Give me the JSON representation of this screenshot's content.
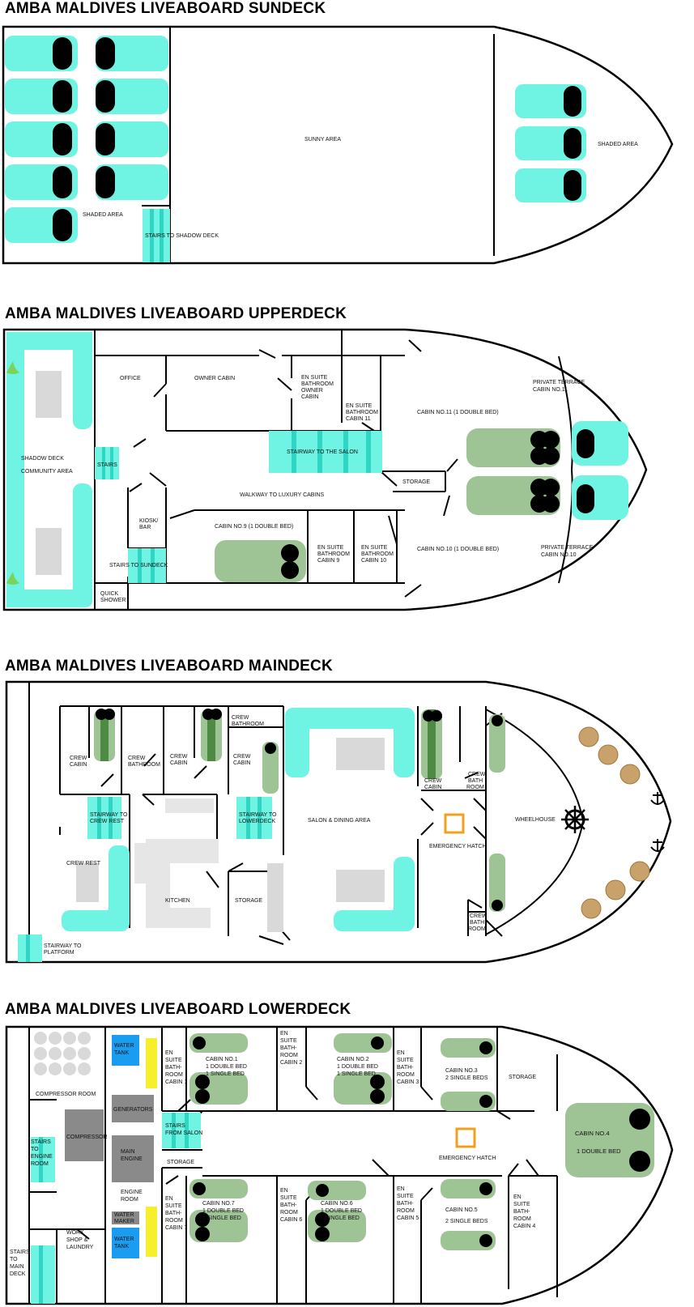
{
  "colors": {
    "aqua": "#6ff3e2",
    "aqua_dark": "#2ed6c3",
    "green": "#9ec495",
    "green_dark": "#4e8a44",
    "grey_block": "#d9d9d9",
    "grey_dark": "#8a8a8a",
    "blue_tank": "#1a9cf0",
    "yellow": "#f7ee2c",
    "hatch": "#f0a020",
    "rope": "#c9a26b"
  },
  "sundeck": {
    "title": "AMBA MALDIVES LIVEABOARD SUNDECK",
    "labels": {
      "shaded_left": "SHADED AREA",
      "sunny": "SUNNY AREA",
      "shaded_right": "SHADED AREA",
      "stairs": "STAIRS TO SHADOW DECK"
    }
  },
  "upperdeck": {
    "title": "AMBA MALDIVES LIVEABOARD UPPERDECK",
    "labels": {
      "office": "OFFICE",
      "owner_cabin": "OWNER CABIN",
      "ensuite_owner": [
        "EN SUITE",
        "BATHROOM",
        "OWNER",
        "CABIN"
      ],
      "ensuite_11": [
        "EN SUITE",
        "BATHROOM",
        "CABIN 11"
      ],
      "cabin11": "CABIN NO.11 (1 DOUBLE BED)",
      "terrace11": [
        "PRIVATE TERRACE",
        "CABIN NO.11"
      ],
      "shadow_deck": [
        "SHADOW DECK",
        "COMMUNITY AREA"
      ],
      "stairs": "STAIRS",
      "stairway_salon": "STAIRWAY TO THE SALON",
      "storage": "STORAGE",
      "walkway": "WALKWAY TO LUXURY CABINS",
      "kiosk": [
        "KIOSK/",
        "BAR"
      ],
      "cabin9": "CABIN NO.9 (1 DOUBLE BED)",
      "ensuite_9": [
        "EN SUITE",
        "BATHROOM",
        "CABIN 9"
      ],
      "ensuite_10": [
        "EN SUITE",
        "BATHROOM",
        "CABIN 10"
      ],
      "cabin10": "CABIN NO.10 (1 DOUBLE BED)",
      "terrace10": [
        "PRIVATE TERRACE",
        "CABIN NO.10"
      ],
      "stairs_sundeck": "STAIRS TO SUNDECK",
      "quick_shower": [
        "QUICK",
        "SHOWER"
      ]
    }
  },
  "maindeck": {
    "title": "AMBA MALDIVES LIVEABOARD MAINDECK",
    "labels": {
      "crew_cabin_1": [
        "CREW",
        "CABIN"
      ],
      "crew_bathroom_1": [
        "CREW",
        "BATHROOM"
      ],
      "crew_cabin_2": [
        "CREW",
        "CABIN"
      ],
      "crew_bathroom_2": [
        "CREW",
        "BATHROOM"
      ],
      "crew_cabin_3": [
        "CREW",
        "CABIN"
      ],
      "crew_cabin_4": [
        "CREW",
        "CABIN"
      ],
      "crew_bath_room_1": [
        "CREW",
        "BATH",
        "ROOM"
      ],
      "stairway_crew": [
        "STAIRWAY TO",
        "CREW REST"
      ],
      "stairway_lower": [
        "STAIRWAY TO",
        "LOWERDECK"
      ],
      "salon": "SALON & DINING AREA",
      "emergency": "EMERGENCY HATCH",
      "wheelhouse": "WHEELHOUSE",
      "crew_rest": "CREW REST",
      "kitchen": "KITCHEN",
      "storage": "STORAGE",
      "crew_bath_room_2": [
        "CREW",
        "BATH",
        "ROOM"
      ],
      "stairway_platform": [
        "STAIRWAY TO",
        "PLATFORM"
      ]
    },
    "icons": [
      "ships-wheel-icon",
      "anchor-icon",
      "rope-coil-icon"
    ]
  },
  "lowerdeck": {
    "title": "AMBA MALDIVES LIVEABOARD LOWERDECK",
    "labels": {
      "compressor_room": "COMPRESSOR ROOM",
      "compressor": "COMPRESSOR",
      "water_tank_top": [
        "WATER",
        "TANK"
      ],
      "generators": "GENERATORS",
      "main_engine": [
        "MAIN",
        "ENGINE"
      ],
      "engine_room": [
        "ENGINE",
        "ROOM"
      ],
      "water_maker": [
        "WATER",
        "MAKER"
      ],
      "water_tank_bottom": [
        "WATER",
        "TANK"
      ],
      "stairs_engine": [
        "STAIRS",
        "TO",
        "ENGINE",
        "ROOM"
      ],
      "stairs_main": [
        "STAIRS",
        "TO",
        "MAIN",
        "DECK"
      ],
      "workshop": [
        "WORK",
        "SHOP &",
        "LAUNDRY"
      ],
      "stairs_salon": [
        "STAIRS",
        "FROM SALON"
      ],
      "storage_mid": "STORAGE",
      "ensuite_c1": [
        "EN",
        "SUITE",
        "BATH-",
        "ROOM",
        "CABIN 1"
      ],
      "cabin1": [
        "CABIN NO.1",
        "1 DOUBLE BED",
        "1 SINGLE BED"
      ],
      "ensuite_c2": [
        "EN",
        "SUITE",
        "BATH-",
        "ROOM",
        "CABIN 2"
      ],
      "cabin2": [
        "CABIN NO.2",
        "1 DOUBLE BED",
        "1 SINGLE BED"
      ],
      "ensuite_c3": [
        "EN",
        "SUITE",
        "BATH-",
        "ROOM",
        "CABIN 3"
      ],
      "cabin3": [
        "CABIN NO.3",
        "2 SINGLE BEDS"
      ],
      "storage_right": "STORAGE",
      "emergency": "EMERGENCY HATCH",
      "cabin4": [
        "CABIN NO.4",
        "1 DOUBLE BED"
      ],
      "ensuite_c7": [
        "EN",
        "SUITE",
        "BATH-",
        "ROOM",
        "CABIN 7"
      ],
      "cabin7": [
        "CABIN NO.7",
        "1 DOUBLE BED",
        "1 SINGLE BED"
      ],
      "ensuite_c6": [
        "EN",
        "SUITE",
        "BATH-",
        "ROOM",
        "CABIN 6"
      ],
      "cabin6": [
        "CABIN NO.6",
        "1 DOUBLE BED",
        "1 SINGLE BED"
      ],
      "ensuite_c5": [
        "EN",
        "SUITE",
        "BATH-",
        "ROOM",
        "CABIN 5"
      ],
      "cabin5": [
        "CABIN NO.5",
        "2 SINGLE BEDS"
      ],
      "ensuite_c4": [
        "EN",
        "SUITE",
        "BATH-",
        "ROOM",
        "CABIN 4"
      ]
    }
  }
}
